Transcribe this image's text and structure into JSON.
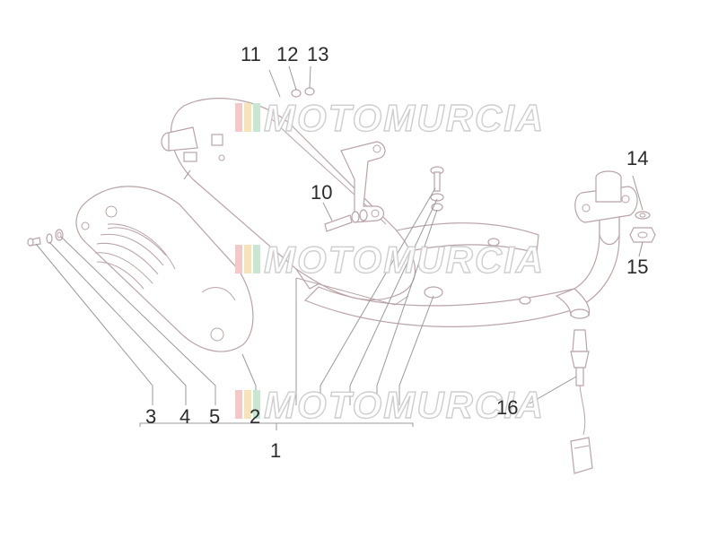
{
  "callouts": {
    "n1": "1",
    "n2": "2",
    "n3": "3",
    "n4": "4",
    "n5": "5",
    "n10": "10",
    "n11": "11",
    "n12": "12",
    "n13": "13",
    "n14": "14",
    "n15": "15",
    "n16": "16"
  },
  "watermark": {
    "text": "MOTOMURCIA"
  },
  "colors": {
    "line": "#b9a4a7",
    "leader": "#9a9a9a",
    "text": "#2b2b2b"
  }
}
